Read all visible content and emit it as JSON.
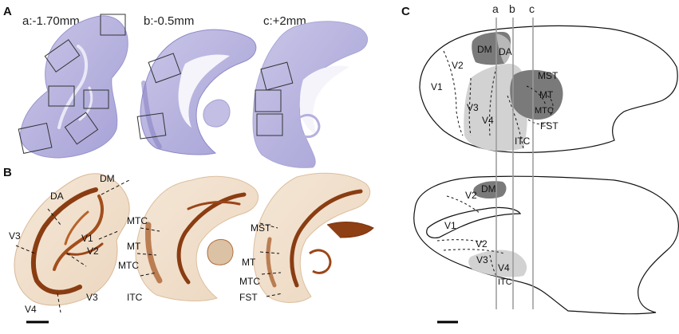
{
  "panels": {
    "a": "A",
    "b": "B",
    "c": "C"
  },
  "sections": {
    "a": "a:-1.70mm",
    "b": "b:-0.5mm",
    "c": "c:+2mm"
  },
  "stained_labels": {
    "section1": [
      "DM",
      "DA",
      "V3",
      "V1",
      "V2",
      "V4",
      "V3"
    ],
    "section2": [
      "MTC",
      "MT",
      "MTC",
      "ITC"
    ],
    "section3": [
      "MST",
      "MT",
      "MTC",
      "FST"
    ]
  },
  "brain_map": {
    "line_labels": [
      "a",
      "b",
      "c"
    ],
    "lateral_areas": [
      "DM",
      "DA",
      "V2",
      "V1",
      "MST",
      "MT",
      "MTC",
      "V3",
      "V4",
      "FST",
      "ITC"
    ],
    "medial_areas": [
      "DM",
      "V2",
      "V1",
      "V2",
      "V3",
      "V4",
      "ITC"
    ]
  },
  "colors": {
    "nissl": "#b7b3de",
    "myelin": "#a3521d",
    "dark_area": "#7a7a7a",
    "light_area": "#d2d2d2"
  }
}
